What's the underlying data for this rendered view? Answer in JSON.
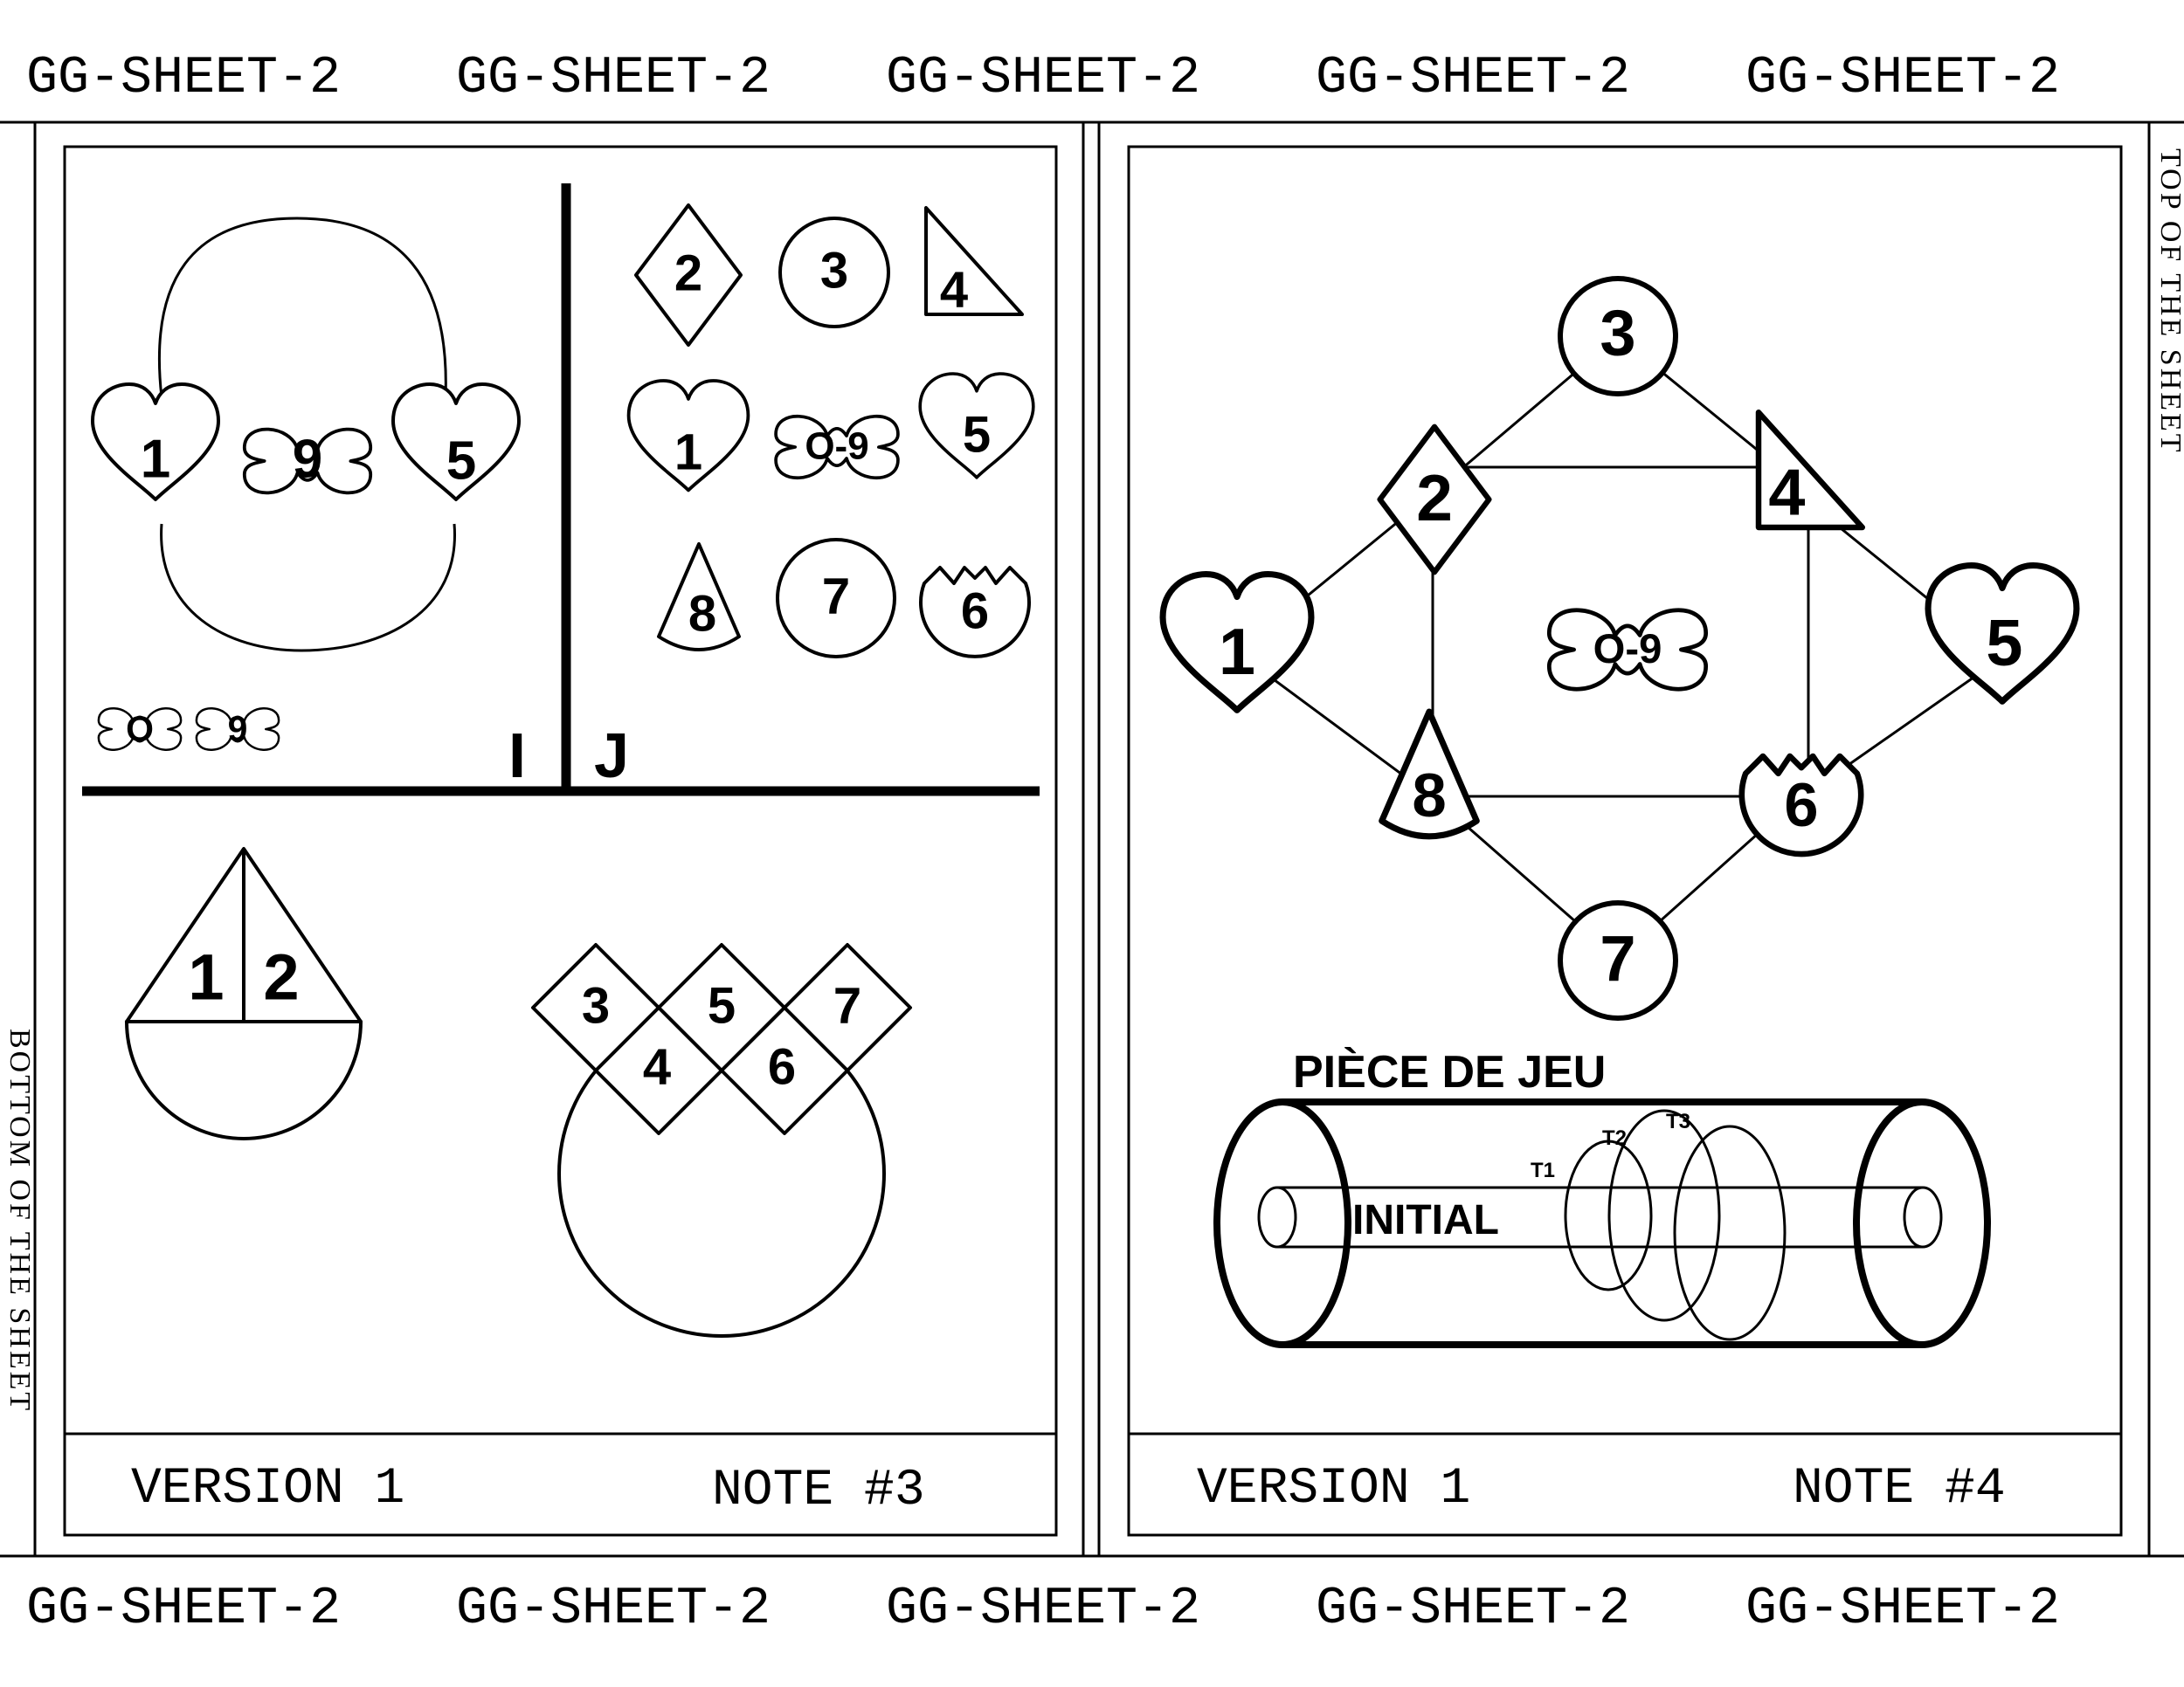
{
  "banner": {
    "top": [
      "GG-SHEET-2",
      "GG-SHEET-2",
      "GG-SHEET-2",
      "GG-SHEET-2",
      "GG-SHEET-2"
    ],
    "bottom": [
      "GG-SHEET-2",
      "GG-SHEET-2",
      "GG-SHEET-2",
      "GG-SHEET-2",
      "GG-SHEET-2"
    ]
  },
  "side": {
    "left": "BOTTOM OF THE SHEET",
    "right": "TOP OF THE SHEET"
  },
  "left_panel": {
    "ring_pieces": [
      "1",
      "9",
      "5"
    ],
    "small_pieces": [
      "O",
      "9"
    ],
    "zone_labels": [
      "I",
      "J"
    ],
    "grid_pieces": [
      "2",
      "3",
      "4",
      "1",
      "O-9",
      "5",
      "8",
      "7",
      "6"
    ],
    "boat_labels": [
      "1",
      "2"
    ],
    "diamond_labels": [
      "3",
      "5",
      "7",
      "4",
      "6"
    ],
    "footer": {
      "version": "VERSION 1",
      "note": "NOTE #3"
    }
  },
  "right_panel": {
    "nodes": [
      "3",
      "2",
      "4",
      "1",
      "O-9",
      "5",
      "8",
      "6",
      "7"
    ],
    "cylinder": {
      "title": "PIÈCE DE JEU",
      "initial": "INITIAL",
      "rings": [
        "T1",
        "T2",
        "T3"
      ]
    },
    "footer": {
      "version": "VERSION 1",
      "note": "NOTE #4"
    }
  }
}
